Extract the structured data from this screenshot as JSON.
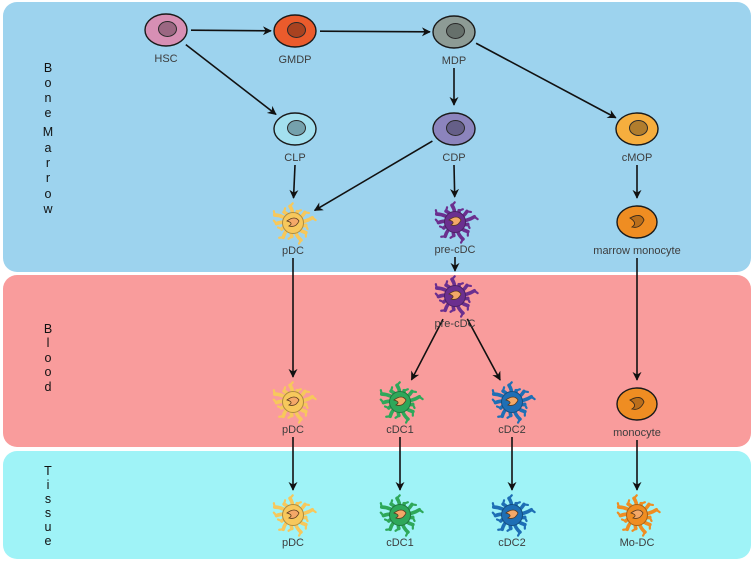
{
  "regions": [
    {
      "id": "bone-marrow",
      "letters": [
        "B",
        "o",
        "n",
        "e",
        "",
        "M",
        "a",
        "r",
        "r",
        "o",
        "w"
      ],
      "color": "#9dd3ee"
    },
    {
      "id": "blood",
      "letters": [
        "B",
        "l",
        "o",
        "o",
        "d"
      ],
      "color": "#f99c9c"
    },
    {
      "id": "tissue",
      "letters": [
        "T",
        "i",
        "s",
        "s",
        "u",
        "e"
      ],
      "color": "#9ff3f7"
    }
  ],
  "nodes": {
    "hsc": {
      "label": "HSC",
      "color": "#d78fb4"
    },
    "gmdp": {
      "label": "GMDP",
      "color": "#ea5b2c"
    },
    "mdp": {
      "label": "MDP",
      "color": "#8d9b95"
    },
    "clp": {
      "label": "CLP",
      "color": "#a3e0ef"
    },
    "cdp": {
      "label": "CDP",
      "color": "#8c84bd"
    },
    "cmop": {
      "label": "cMOP",
      "color": "#f6ae3e"
    },
    "pdc_bm": {
      "label": "pDC",
      "color": "#f7c85c"
    },
    "precdc_bm": {
      "label": "pre-cDC",
      "color": "#6b2f8f"
    },
    "marrow_monocyte": {
      "label": "marrow monocyte",
      "color": "#ef8d22"
    },
    "precdc_blood": {
      "label": "pre-cDC",
      "color": "#6b2f8f"
    },
    "pdc_blood": {
      "label": "pDC",
      "color": "#f7c85c"
    },
    "cdc1_blood": {
      "label": "cDC1",
      "color": "#2ea85a"
    },
    "cdc2_blood": {
      "label": "cDC2",
      "color": "#1e6fb5"
    },
    "monocyte_blood": {
      "label": "monocyte",
      "color": "#ef8d22"
    },
    "pdc_tissue": {
      "label": "pDC",
      "color": "#f7c85c"
    },
    "cdc1_tissue": {
      "label": "cDC1",
      "color": "#2ea85a"
    },
    "cdc2_tissue": {
      "label": "cDC2",
      "color": "#1e6fb5"
    },
    "modc_tissue": {
      "label": "Mo-DC",
      "color": "#ef8d22"
    }
  },
  "edges": [
    {
      "from": "hsc",
      "to": "gmdp"
    },
    {
      "from": "gmdp",
      "to": "mdp"
    },
    {
      "from": "hsc",
      "to": "clp"
    },
    {
      "from": "mdp",
      "to": "cdp"
    },
    {
      "from": "mdp",
      "to": "cmop"
    },
    {
      "from": "clp",
      "to": "pdc_bm"
    },
    {
      "from": "cdp",
      "to": "pdc_bm"
    },
    {
      "from": "cdp",
      "to": "precdc_bm"
    },
    {
      "from": "cmop",
      "to": "marrow_monocyte"
    },
    {
      "from": "precdc_bm",
      "to": "precdc_blood"
    },
    {
      "from": "pdc_bm",
      "to": "pdc_blood"
    },
    {
      "from": "precdc_blood",
      "to": "cdc1_blood"
    },
    {
      "from": "precdc_blood",
      "to": "cdc2_blood"
    },
    {
      "from": "marrow_monocyte",
      "to": "monocyte_blood"
    },
    {
      "from": "pdc_blood",
      "to": "pdc_tissue"
    },
    {
      "from": "cdc1_blood",
      "to": "cdc1_tissue"
    },
    {
      "from": "cdc2_blood",
      "to": "cdc2_tissue"
    },
    {
      "from": "monocyte_blood",
      "to": "modc_tissue"
    }
  ]
}
